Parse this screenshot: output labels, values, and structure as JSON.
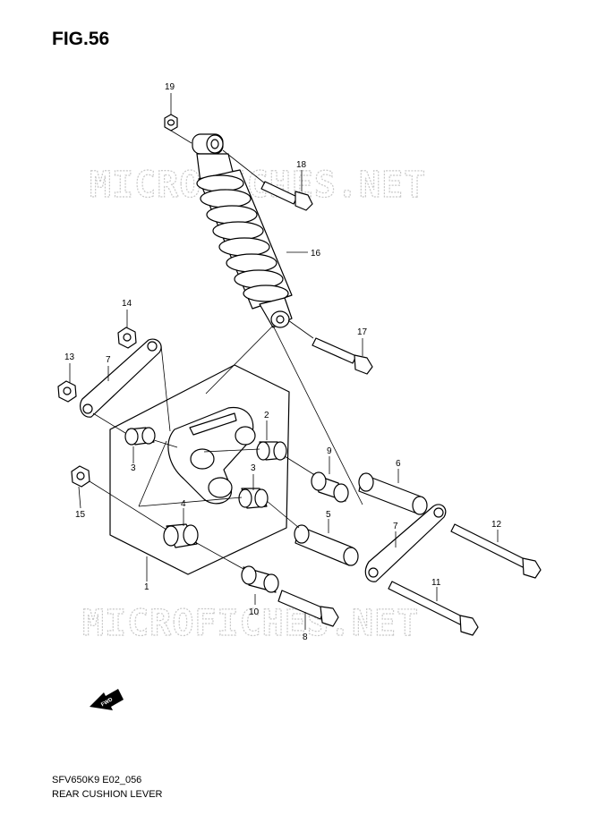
{
  "figure": {
    "title": "FIG.56"
  },
  "watermark": {
    "text": "MICROFICHES.NET"
  },
  "callouts": [
    {
      "id": "c19",
      "label": "19"
    },
    {
      "id": "c18",
      "label": "18"
    },
    {
      "id": "c16",
      "label": "16"
    },
    {
      "id": "c14",
      "label": "14"
    },
    {
      "id": "c17",
      "label": "17"
    },
    {
      "id": "c13",
      "label": "13"
    },
    {
      "id": "c7a",
      "label": "7"
    },
    {
      "id": "c2",
      "label": "2"
    },
    {
      "id": "c3a",
      "label": "3"
    },
    {
      "id": "c9",
      "label": "9"
    },
    {
      "id": "c6",
      "label": "6"
    },
    {
      "id": "c3b",
      "label": "3"
    },
    {
      "id": "c15",
      "label": "15"
    },
    {
      "id": "c4",
      "label": "4"
    },
    {
      "id": "c5",
      "label": "5"
    },
    {
      "id": "c7b",
      "label": "7"
    },
    {
      "id": "c12",
      "label": "12"
    },
    {
      "id": "c1",
      "label": "1"
    },
    {
      "id": "c11",
      "label": "11"
    },
    {
      "id": "c10",
      "label": "10"
    },
    {
      "id": "c8",
      "label": "8"
    }
  ],
  "fwd_label": "FWD",
  "footer": {
    "code": "SFV650K9 E02_056",
    "caption": "REAR CUSHION LEVER"
  }
}
